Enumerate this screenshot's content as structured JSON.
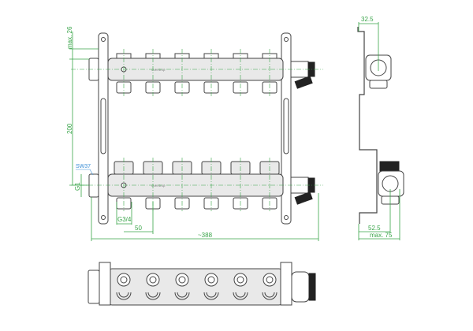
{
  "drawing": {
    "title": "Heating manifold 6 outlets - dimension drawing",
    "logo_text": "oventrop",
    "outlet_count": 6,
    "colors": {
      "dimension": "#3aa54a",
      "callout": "#3b8fd6",
      "outline": "#444444"
    }
  },
  "front_view": {
    "dim_top_offset": "max. 26",
    "dim_bar_spacing": "200",
    "dim_wrench_size": "SW37",
    "dim_main_thread": "G1",
    "dim_outlet_thread": "G3/4",
    "dim_outlet_pitch": "50",
    "dim_total_length": "~388"
  },
  "side_view": {
    "dim_top_depth": "32.5",
    "dim_bottom_depth": "52.5",
    "dim_max_depth": "max. 75"
  }
}
